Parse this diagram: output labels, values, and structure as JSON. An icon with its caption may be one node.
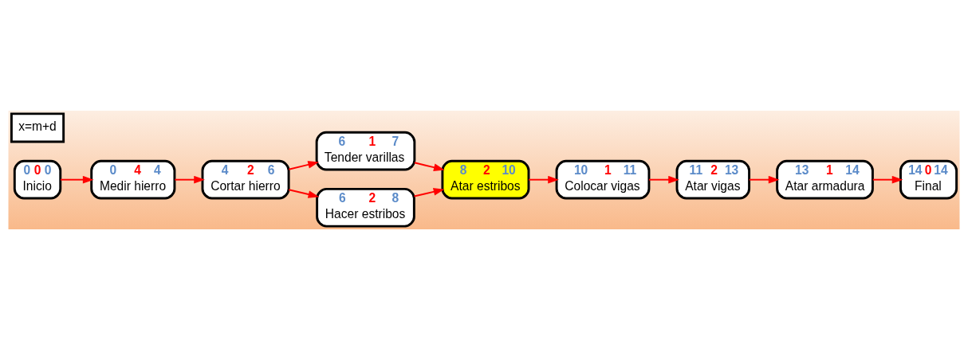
{
  "diagram": {
    "nodes": [
      {
        "text": [
          "0",
          "0",
          "0",
          "Inicio"
        ]
      },
      {
        "text": [
          "0",
          "4",
          "4",
          "Medir hierro"
        ]
      },
      {
        "text": [
          "4",
          "2",
          "6",
          "Cortar hierro"
        ]
      },
      {
        "text": [
          "6",
          "1",
          "7",
          "Tender varillas"
        ]
      },
      {
        "text": [
          "6",
          "2",
          "8",
          "Hacer estribos"
        ]
      },
      {
        "text": [
          "8",
          "2",
          "10",
          "Atar estribos"
        ]
      },
      {
        "text": [
          "10",
          "1",
          "11",
          "Colocar vigas"
        ]
      },
      {
        "text": [
          "11",
          "2",
          "13",
          "Atar vigas"
        ]
      },
      {
        "text": [
          "13",
          "1",
          "14",
          "Atar armadura"
        ]
      },
      {
        "text": [
          "14",
          "0",
          "14",
          "Final"
        ]
      },
      {
        "text": [
          "x=m+d"
        ]
      }
    ],
    "edges": [
      {
        "from": 0,
        "to": 1,
        "arrow": "to"
      },
      {
        "from": 1,
        "to": 2,
        "arrow": "to"
      },
      {
        "from": 2,
        "to": 3,
        "arrow": "to"
      },
      {
        "from": 2,
        "to": 4,
        "arrow": "to"
      },
      {
        "from": 3,
        "to": 5,
        "arrow": "to"
      },
      {
        "from": 4,
        "to": 5,
        "arrow": "to"
      },
      {
        "from": 5,
        "to": 6,
        "arrow": "to"
      },
      {
        "from": 6,
        "to": 7,
        "arrow": "to"
      },
      {
        "from": 7,
        "to": 8,
        "arrow": "to"
      },
      {
        "from": 8,
        "to": 9,
        "arrow": "to"
      }
    ]
  }
}
